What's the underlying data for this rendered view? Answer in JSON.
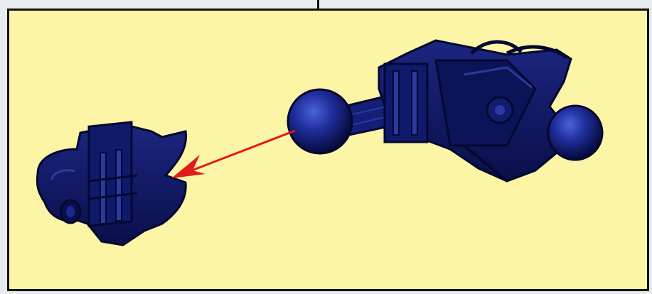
{
  "colors": {
    "panel_background": "#fdf5a6",
    "page_background": "#e6ecee",
    "border": "#111111",
    "part_color": "#0f1560",
    "part_highlight": "#2a3fb0",
    "arrow": "#e21b1b"
  },
  "illustration": {
    "parts": [
      {
        "name": "connector-part"
      },
      {
        "name": "ball-joint-assembly"
      }
    ],
    "arrow": {
      "name": "assembly-arrow"
    }
  }
}
